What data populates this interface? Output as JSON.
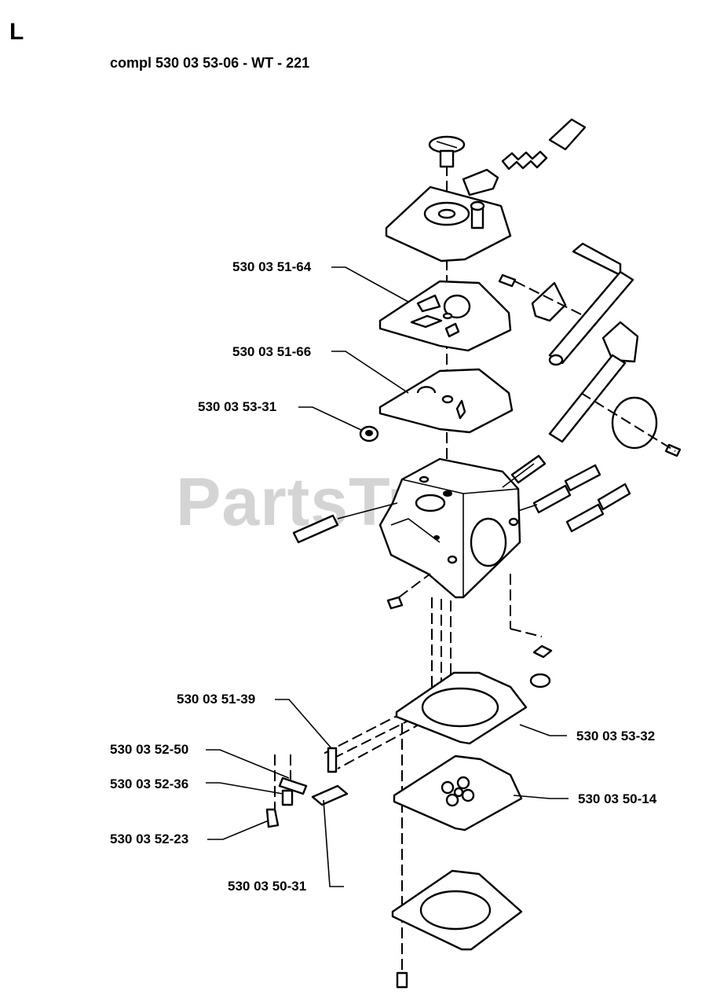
{
  "page": {
    "letter": "L",
    "title": "compl 530 03 53-06 - WT - 221",
    "watermark": "PartsTree"
  },
  "part_labels": [
    {
      "id": "p1",
      "text": "530 03 51-64"
    },
    {
      "id": "p2",
      "text": "530 03 51-66"
    },
    {
      "id": "p3",
      "text": "530 03 53-31"
    },
    {
      "id": "p4",
      "text": "530 03 51-39"
    },
    {
      "id": "p5",
      "text": "530 03 52-50"
    },
    {
      "id": "p6",
      "text": "530 03 52-36"
    },
    {
      "id": "p7",
      "text": "530 03 52-23"
    },
    {
      "id": "p8",
      "text": "530 03 50-31"
    },
    {
      "id": "p9",
      "text": "530 03 53-32"
    },
    {
      "id": "p10",
      "text": "530 03 50-14"
    }
  ]
}
